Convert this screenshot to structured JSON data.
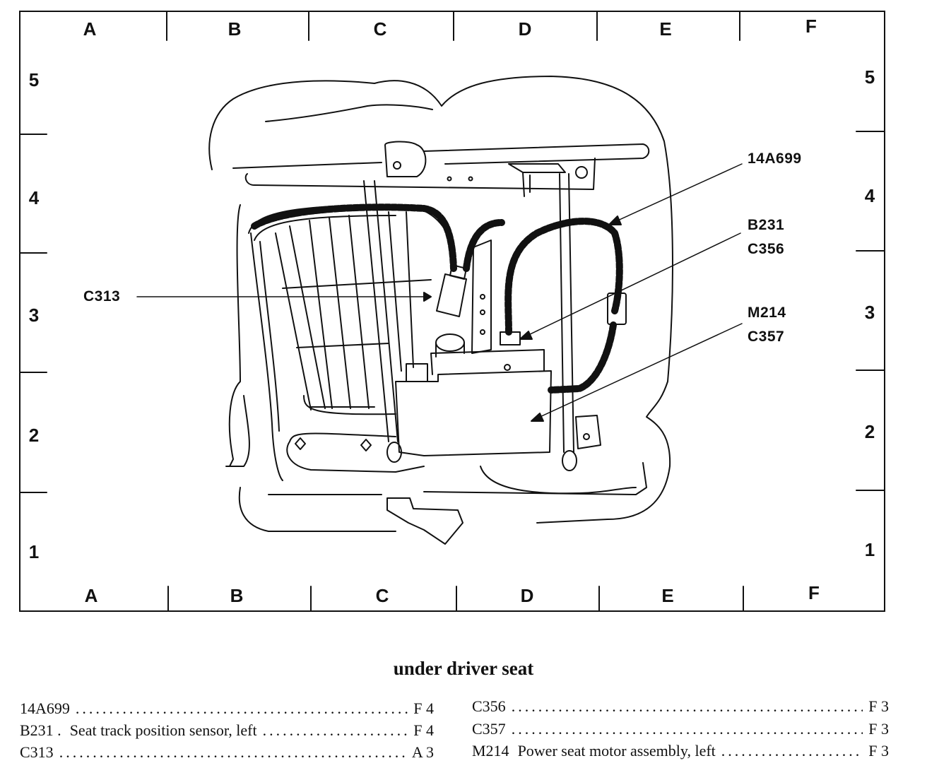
{
  "grid": {
    "columns": [
      "A",
      "B",
      "C",
      "D",
      "E",
      "F"
    ],
    "rows": [
      "5",
      "4",
      "3",
      "2",
      "1"
    ]
  },
  "callouts": {
    "c14a699": "14A699",
    "b231": "B231",
    "c356": "C356",
    "c313": "C313",
    "m214": "M214",
    "c357": "C357"
  },
  "caption": "under driver seat",
  "legend": {
    "left": [
      {
        "code": "14A699",
        "desc": "",
        "loc": "F 4"
      },
      {
        "code": "B231 .",
        "desc": "Seat track position sensor, left",
        "loc": "F 4"
      },
      {
        "code": "C313",
        "desc": "",
        "loc": "A 3"
      }
    ],
    "right": [
      {
        "code": "C356",
        "desc": "",
        "loc": "F 3"
      },
      {
        "code": "C357",
        "desc": "",
        "loc": "F 3"
      },
      {
        "code": "M214",
        "desc": "Power seat motor assembly, left",
        "loc": "F 3"
      }
    ]
  }
}
